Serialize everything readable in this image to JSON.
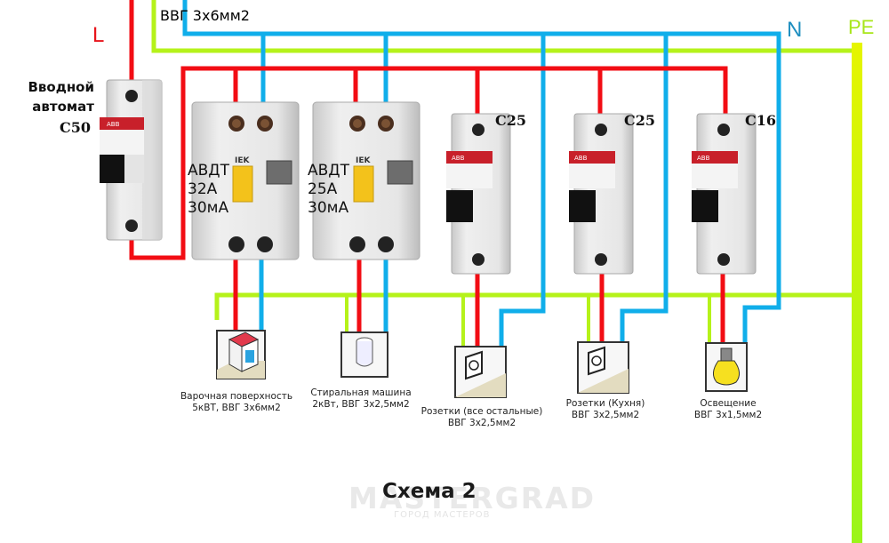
{
  "labels": {
    "phase": "L",
    "neutral": "N",
    "protective_earth": "PE",
    "main_cable": "ВВГ 3х6мм2",
    "title": "Схема 2",
    "watermark": "MASTERGRAD",
    "watermark_sub": "ГОРОД МАСТЕРОВ"
  },
  "wire_colors": {
    "phase": "#f20d14",
    "neutral": "#10aeea",
    "pe": "#b5f21a",
    "pe_bus": "#c8f500"
  },
  "main_breaker": {
    "line1": "Вводной",
    "line2": "автомат",
    "rating": "C50",
    "brand": "ABB"
  },
  "rcbos": [
    {
      "line1": "АВДТ",
      "line2": "32А",
      "line3": "30мА",
      "brand": "IEK"
    },
    {
      "line1": "АВДТ",
      "line2": "25А",
      "line3": "30мА",
      "brand": "IEK"
    }
  ],
  "breakers": [
    {
      "rating": "C25",
      "brand": "ABB"
    },
    {
      "rating": "C25",
      "brand": "ABB"
    },
    {
      "rating": "C16",
      "brand": "ABB"
    }
  ],
  "loads": [
    {
      "icon": "cooktop-icon",
      "line1": "Варочная поверхность",
      "line2": "5кВТ, ВВГ 3х6мм2"
    },
    {
      "icon": "washing-machine-icon",
      "line1": "Стиральная машина",
      "line2": "2кВт, ВВГ 3х2,5мм2"
    },
    {
      "icon": "socket-icon",
      "line1": "Розетки (все остальные)",
      "line2": "ВВГ 3х2,5мм2"
    },
    {
      "icon": "socket-icon",
      "line1": "Розетки (Кухня)",
      "line2": "ВВГ 3х2,5мм2"
    },
    {
      "icon": "light-bulb-icon",
      "line1": "Освещение",
      "line2": "ВВГ 3х1,5мм2"
    }
  ]
}
